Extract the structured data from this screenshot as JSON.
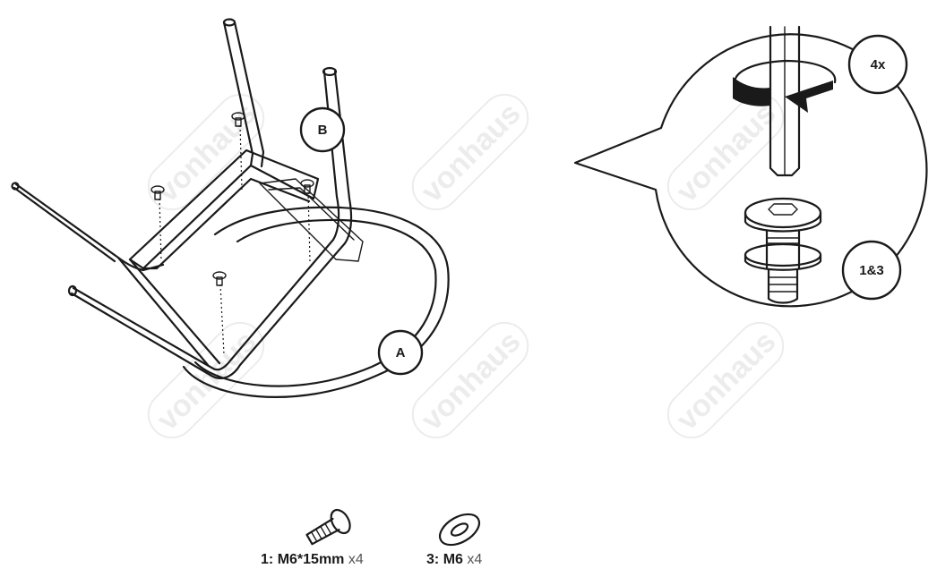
{
  "labels": {
    "seat": "A",
    "frame": "B",
    "repeat_count": "4x",
    "parts_used": "1&3"
  },
  "watermark": "vonhaus",
  "parts": [
    {
      "id": "1",
      "name": "M6*15mm",
      "qty": "x4",
      "icon": "screw-icon"
    },
    {
      "id": "3",
      "name": "M6",
      "qty": "x4",
      "icon": "washer-icon"
    }
  ]
}
